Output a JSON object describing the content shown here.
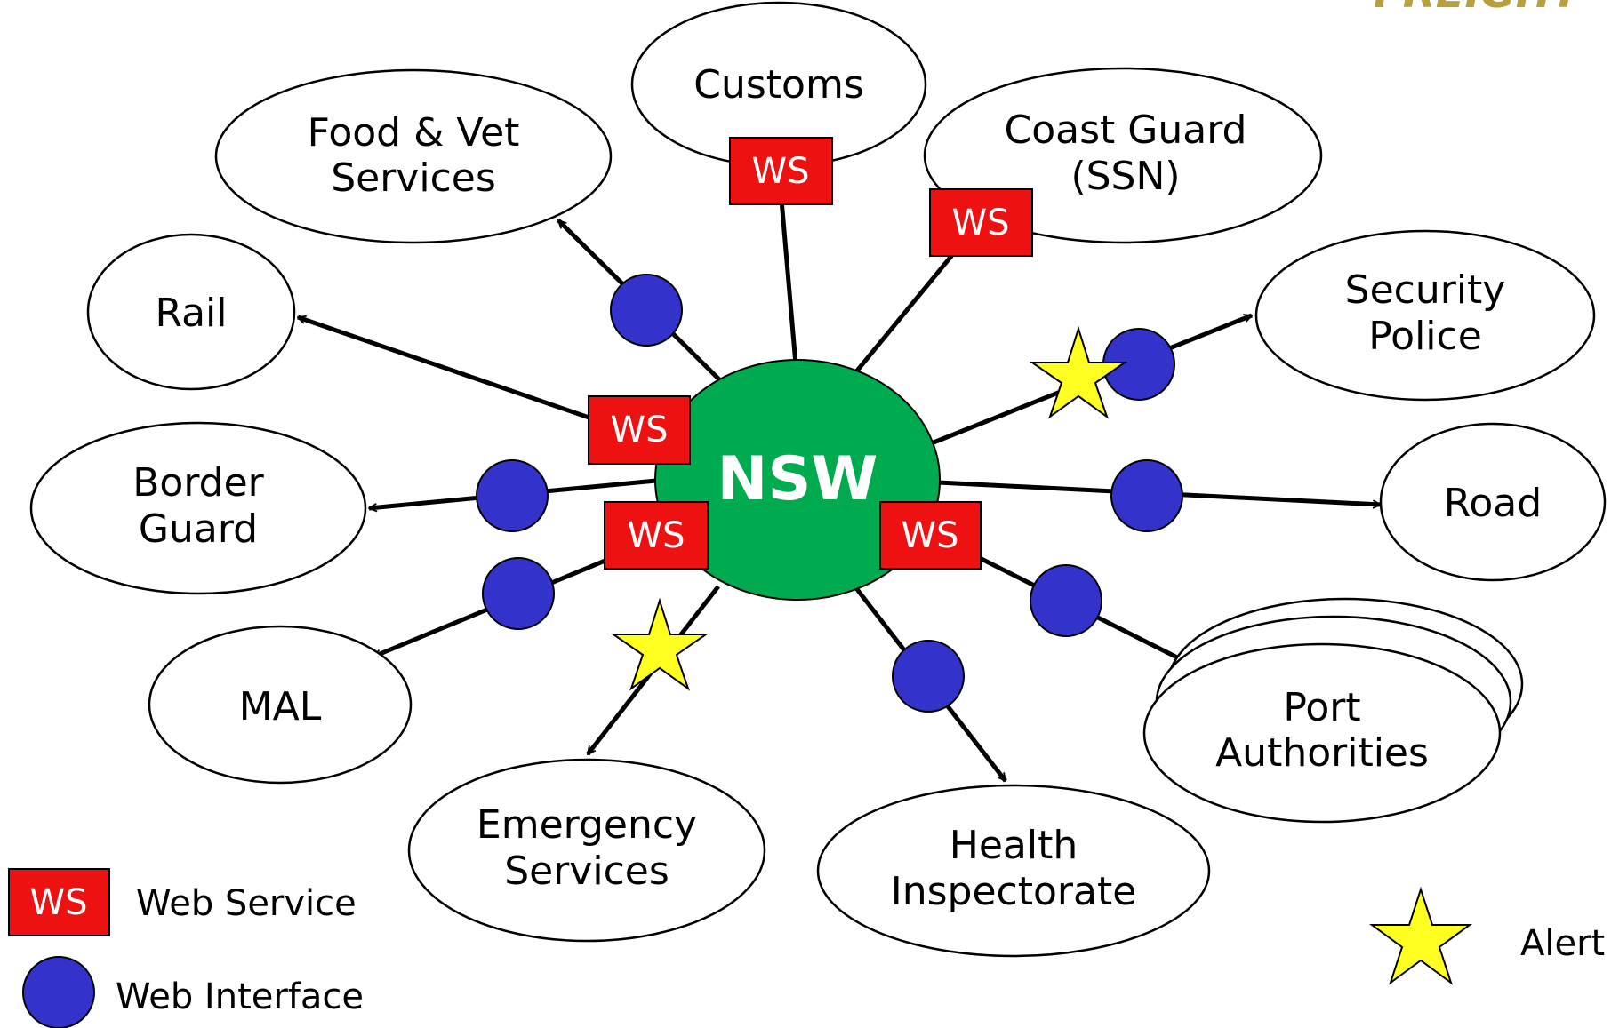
{
  "logo": {
    "text": "FREIGHT"
  },
  "hub": {
    "label": "NSW",
    "color": "#00aa4f"
  },
  "nodes": {
    "customs": [
      "Customs"
    ],
    "food_vet": [
      "Food & Vet",
      "Services"
    ],
    "coast_guard": [
      "Coast Guard",
      "(SSN)"
    ],
    "rail": [
      "Rail"
    ],
    "security_police": [
      "Security",
      "Police"
    ],
    "border_guard": [
      "Border",
      "Guard"
    ],
    "road": [
      "Road"
    ],
    "mal": [
      "MAL"
    ],
    "port_authorities": [
      "Port",
      "Authorities"
    ],
    "emergency_services": [
      "Emergency",
      "Services"
    ],
    "health_inspectorate": [
      "Health",
      "Inspectorate"
    ]
  },
  "ws_badge": {
    "label": "WS",
    "color": "#ee1111"
  },
  "web_interface": {
    "color": "#3333cc"
  },
  "alert": {
    "color": "#ffff22"
  },
  "legend": {
    "web_service": "Web Service",
    "web_interface": "Web Interface",
    "alert": "Alert"
  }
}
